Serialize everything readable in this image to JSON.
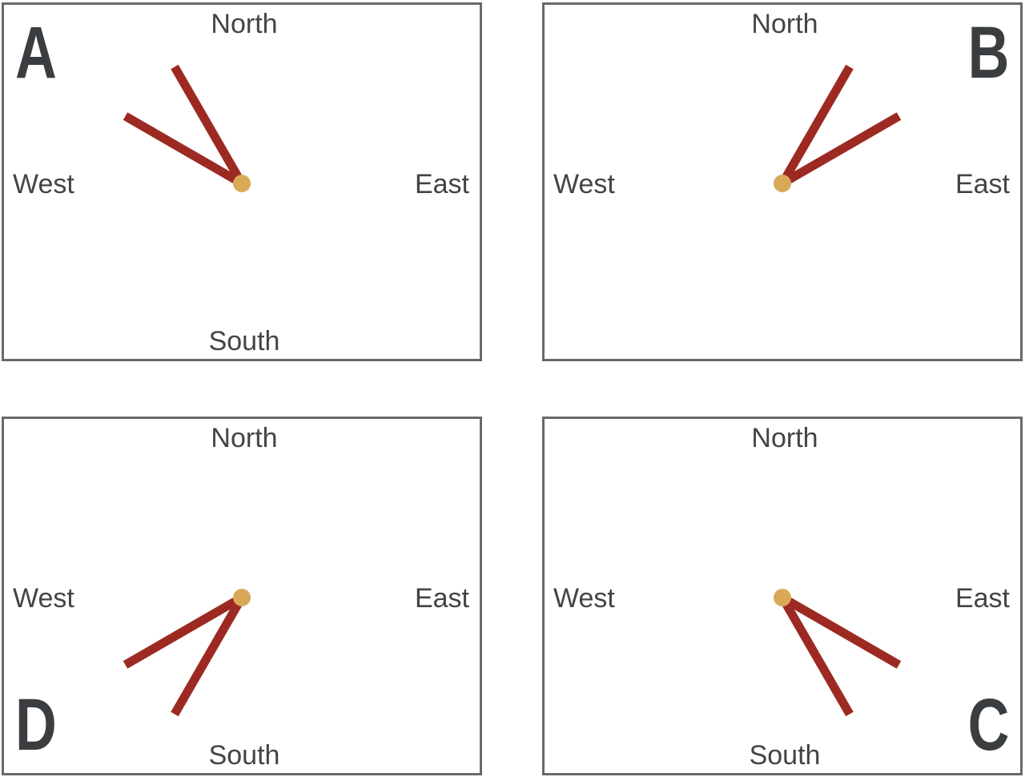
{
  "directions": {
    "north": "North",
    "south": "South",
    "east": "East",
    "west": "West"
  },
  "colors": {
    "hand": "#9c2a22",
    "center": "#d8a957",
    "border": "#6b6868",
    "text": "#444444",
    "letter": "#3b3e40"
  },
  "panels": [
    {
      "id": "a",
      "letter": "A",
      "letter_corner": "top-left",
      "hand_angles_from_north_deg": [
        -30,
        -60
      ]
    },
    {
      "id": "b",
      "letter": "B",
      "letter_corner": "top-right",
      "hand_angles_from_north_deg": [
        30,
        60
      ]
    },
    {
      "id": "d",
      "letter": "D",
      "letter_corner": "bottom-left",
      "hand_angles_from_north_deg": [
        -150,
        -120
      ]
    },
    {
      "id": "c",
      "letter": "C",
      "letter_corner": "bottom-right",
      "hand_angles_from_north_deg": [
        150,
        120
      ]
    }
  ]
}
